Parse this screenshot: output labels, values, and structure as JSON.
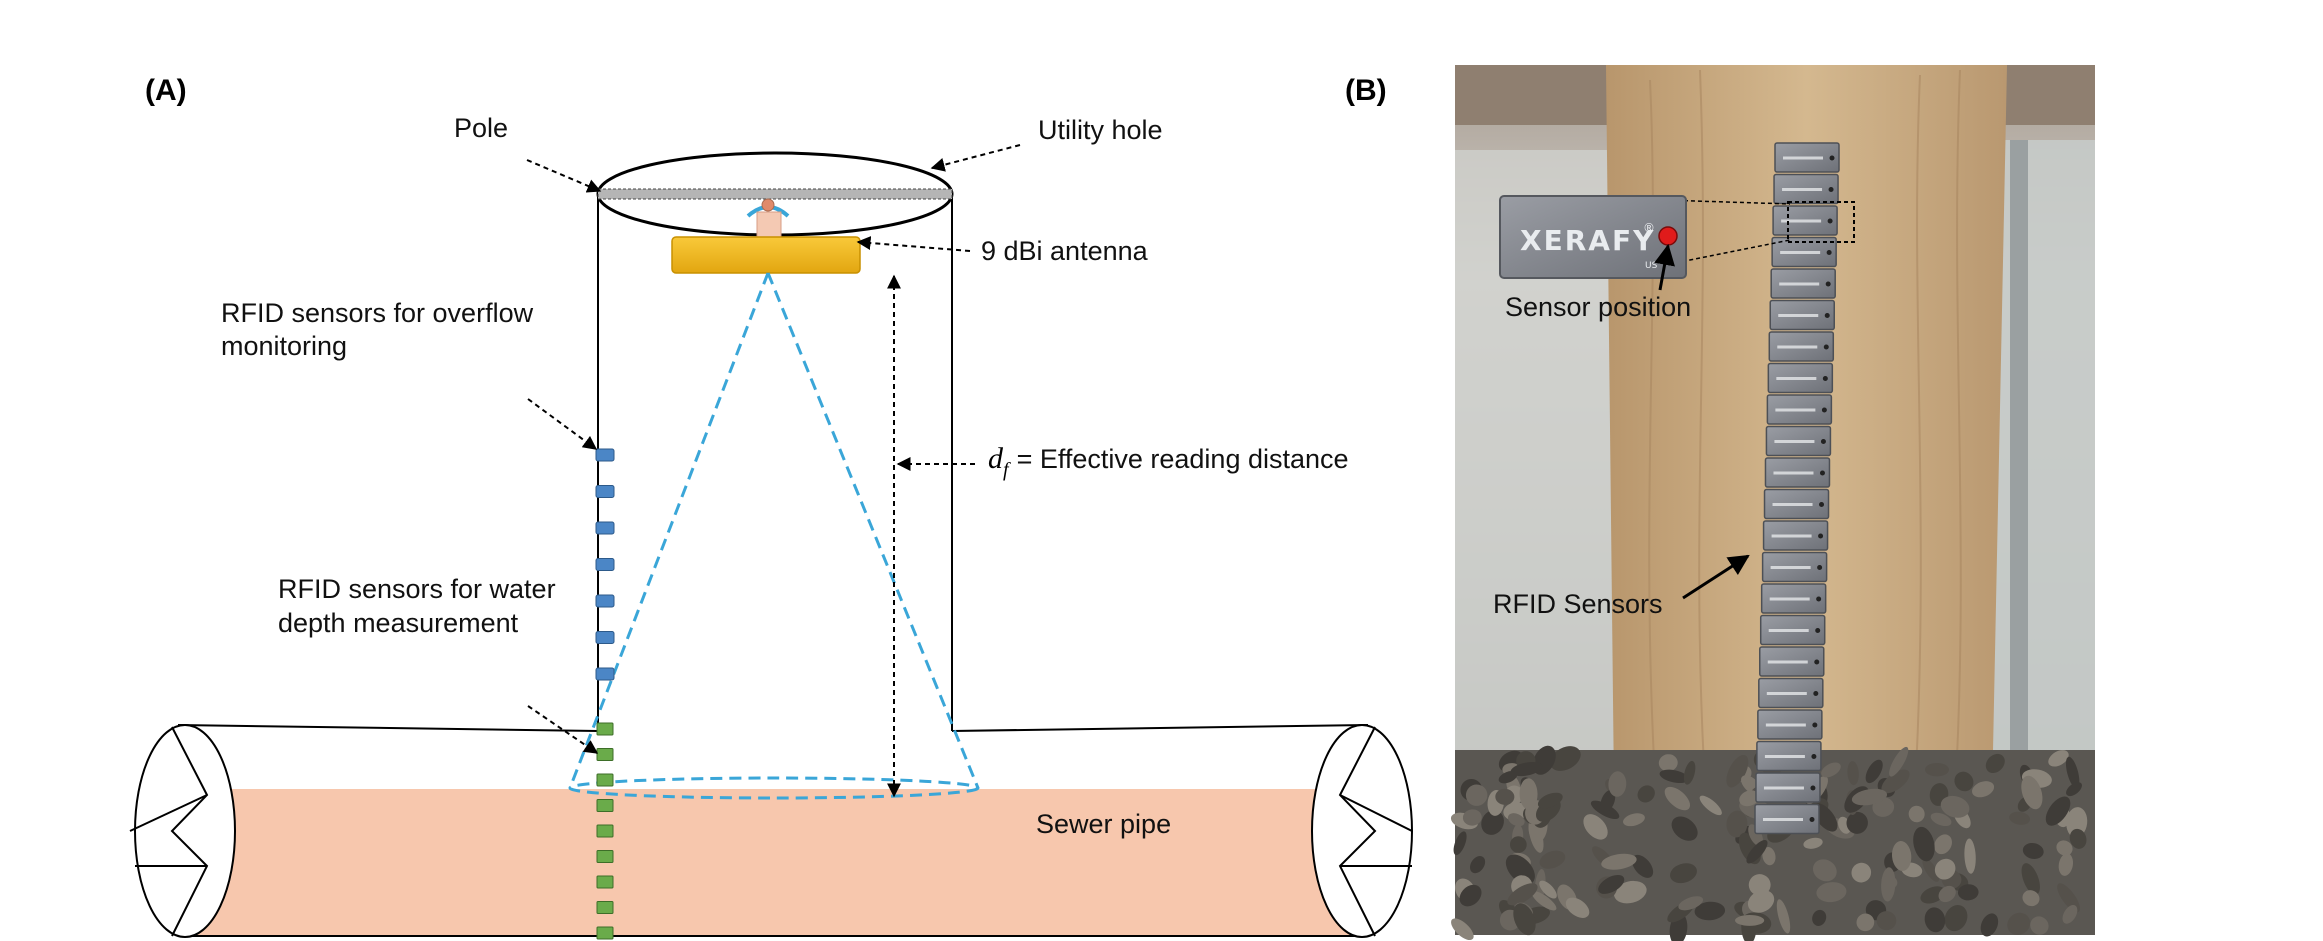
{
  "panel_a": {
    "letter": "(A)",
    "labels": {
      "pole": "Pole",
      "utility_hole": "Utility hole",
      "antenna": "9 dBi antenna",
      "overflow_line1": "RFID sensors for overflow",
      "overflow_line2": "monitoring",
      "depth_line1": "RFID sensors for water",
      "depth_line2": "depth measurement",
      "distance_symbol": "d",
      "distance_subscript": "f",
      "distance_text": "= Effective reading distance",
      "sewer_pipe": "Sewer pipe"
    },
    "overflow_sensor_count": 7,
    "depth_sensor_count": 9,
    "colors": {
      "water": "#f7c7ad",
      "antenna": "#f5bd1f",
      "beam": "#3aa6d8",
      "overflow_sensor": "#4b86c6",
      "depth_sensor": "#6aab4a",
      "pole": "#b5b5b5"
    }
  },
  "panel_b": {
    "letter": "(B)",
    "labels": {
      "sensor_position": "Sensor position",
      "rfid_sensors": "RFID Sensors",
      "brand": "XERAFY",
      "brand_mark": "®",
      "brand_sub": "US"
    },
    "tag_count": 22,
    "colors": {
      "wood": "#c9ab84",
      "tag": "#8a8d94",
      "dot": "#e01b1b"
    }
  }
}
